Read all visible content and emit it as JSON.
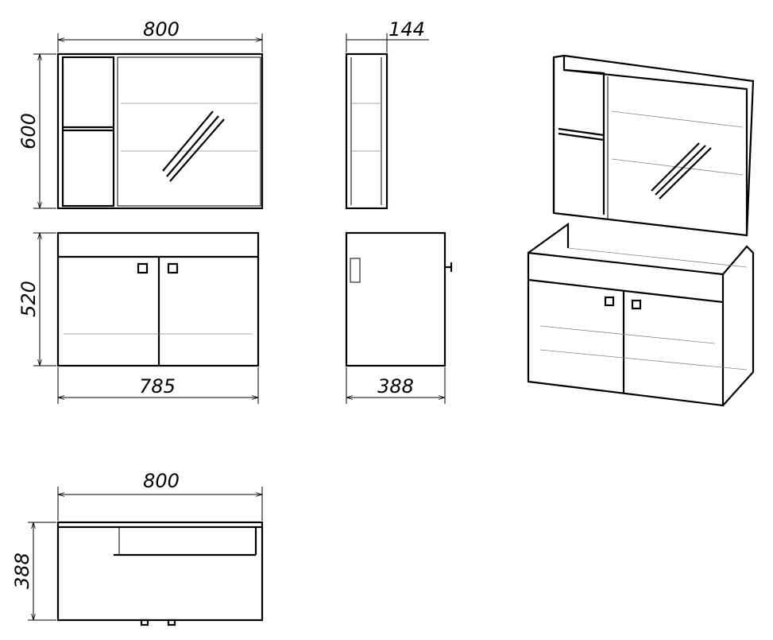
{
  "dimensions": {
    "mirror_width": "800",
    "mirror_height": "600",
    "mirror_depth": "144",
    "vanity_height": "520",
    "vanity_width": "785",
    "vanity_depth": "388",
    "top_view_width": "800",
    "top_view_depth": "388"
  }
}
